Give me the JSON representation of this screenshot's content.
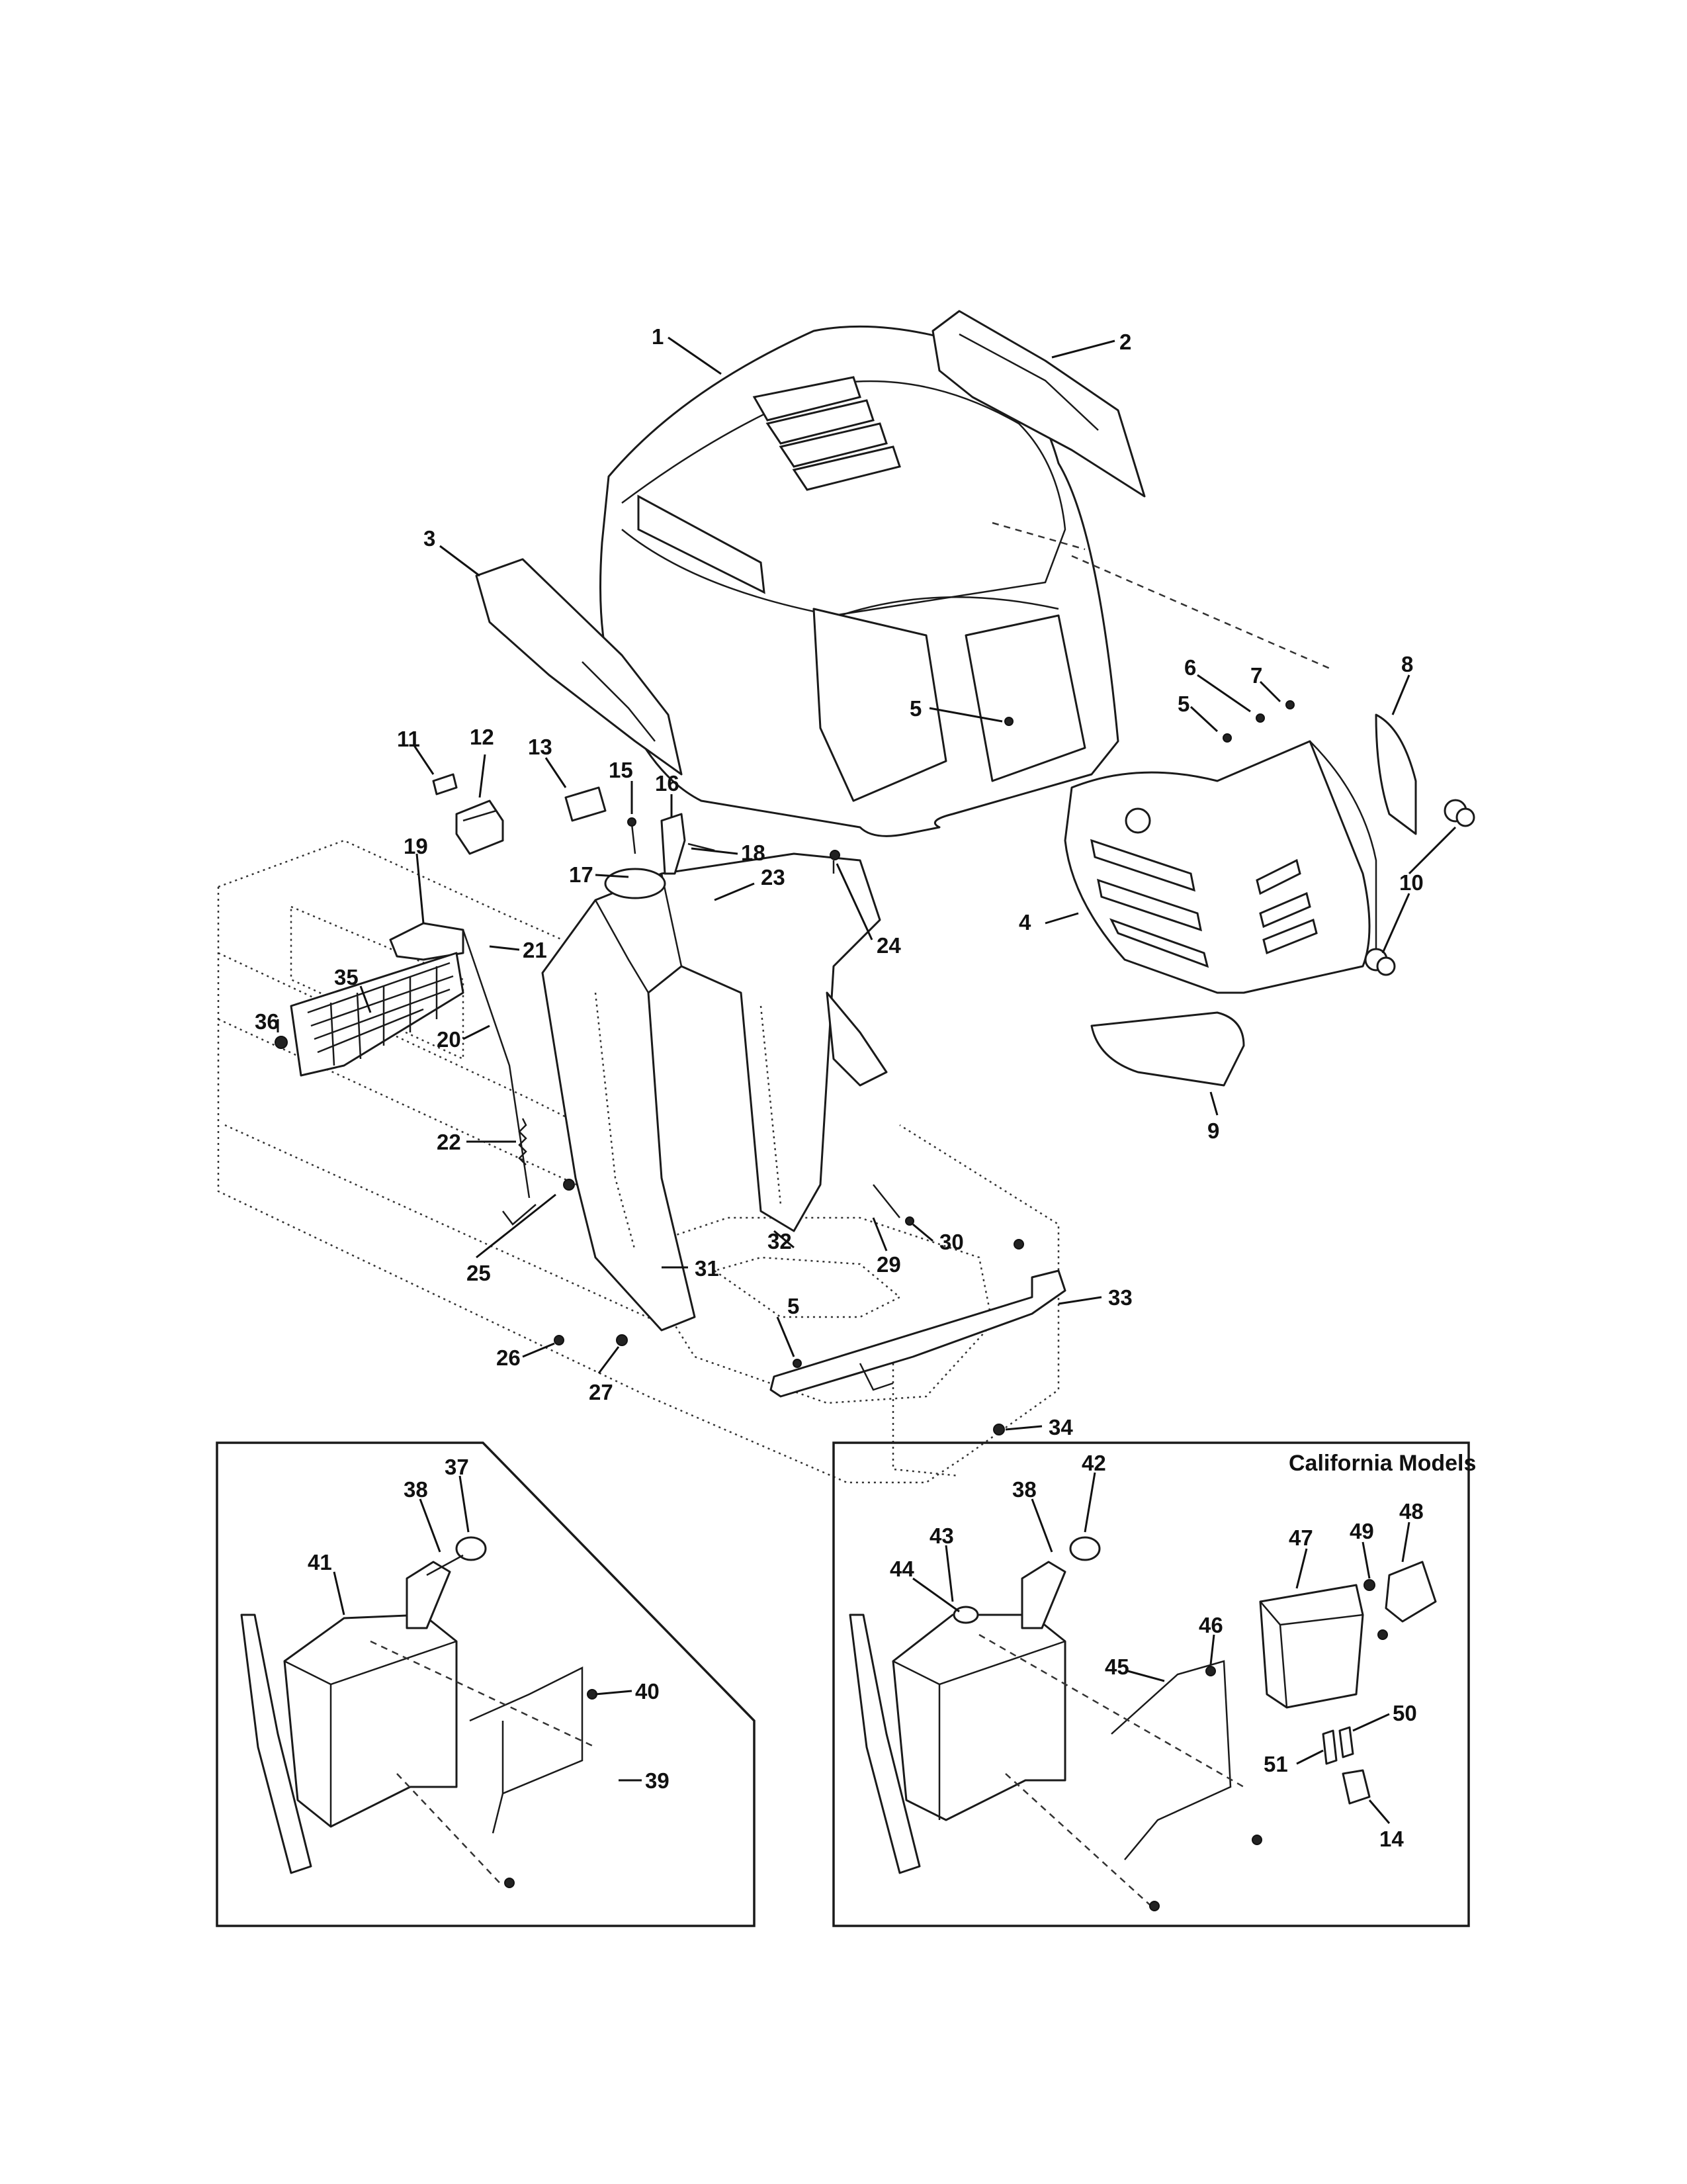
{
  "inset_title": "California Models",
  "callouts": [
    {
      "id": "c1",
      "text": "1"
    },
    {
      "id": "c2",
      "text": "2"
    },
    {
      "id": "c3",
      "text": "3"
    },
    {
      "id": "c4",
      "text": "4"
    },
    {
      "id": "c5a",
      "text": "5"
    },
    {
      "id": "c5b",
      "text": "5"
    },
    {
      "id": "c5c",
      "text": "5"
    },
    {
      "id": "c6",
      "text": "6"
    },
    {
      "id": "c7",
      "text": "7"
    },
    {
      "id": "c8",
      "text": "8"
    },
    {
      "id": "c9",
      "text": "9"
    },
    {
      "id": "c10",
      "text": "10"
    },
    {
      "id": "c11",
      "text": "11"
    },
    {
      "id": "c12",
      "text": "12"
    },
    {
      "id": "c13",
      "text": "13"
    },
    {
      "id": "c14",
      "text": "14"
    },
    {
      "id": "c15",
      "text": "15"
    },
    {
      "id": "c16",
      "text": "16"
    },
    {
      "id": "c17",
      "text": "17"
    },
    {
      "id": "c18",
      "text": "18"
    },
    {
      "id": "c19",
      "text": "19"
    },
    {
      "id": "c20",
      "text": "20"
    },
    {
      "id": "c21",
      "text": "21"
    },
    {
      "id": "c22",
      "text": "22"
    },
    {
      "id": "c23",
      "text": "23"
    },
    {
      "id": "c24",
      "text": "24"
    },
    {
      "id": "c25",
      "text": "25"
    },
    {
      "id": "c26",
      "text": "26"
    },
    {
      "id": "c27",
      "text": "27"
    },
    {
      "id": "c29",
      "text": "29"
    },
    {
      "id": "c30",
      "text": "30"
    },
    {
      "id": "c31",
      "text": "31"
    },
    {
      "id": "c32",
      "text": "32"
    },
    {
      "id": "c33",
      "text": "33"
    },
    {
      "id": "c34",
      "text": "34"
    },
    {
      "id": "c35",
      "text": "35"
    },
    {
      "id": "c36",
      "text": "36"
    },
    {
      "id": "c37",
      "text": "37"
    },
    {
      "id": "c38a",
      "text": "38"
    },
    {
      "id": "c38b",
      "text": "38"
    },
    {
      "id": "c39",
      "text": "39"
    },
    {
      "id": "c40",
      "text": "40"
    },
    {
      "id": "c41",
      "text": "41"
    },
    {
      "id": "c42",
      "text": "42"
    },
    {
      "id": "c43",
      "text": "43"
    },
    {
      "id": "c44",
      "text": "44"
    },
    {
      "id": "c45",
      "text": "45"
    },
    {
      "id": "c46",
      "text": "46"
    },
    {
      "id": "c47",
      "text": "47"
    },
    {
      "id": "c48",
      "text": "48"
    },
    {
      "id": "c49",
      "text": "49"
    },
    {
      "id": "c50",
      "text": "50"
    },
    {
      "id": "c51",
      "text": "51"
    }
  ]
}
